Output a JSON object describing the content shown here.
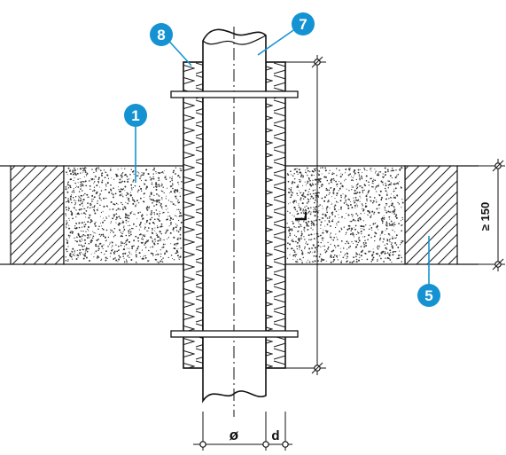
{
  "markers": {
    "m1": "1",
    "m5": "5",
    "m7": "7",
    "m8": "8"
  },
  "dimensions": {
    "diameter": "ø",
    "thickness": "d",
    "length": "L",
    "wall_depth": "≥ 150"
  },
  "colors": {
    "marker_fill": "#1592d2",
    "line": "#111111"
  }
}
